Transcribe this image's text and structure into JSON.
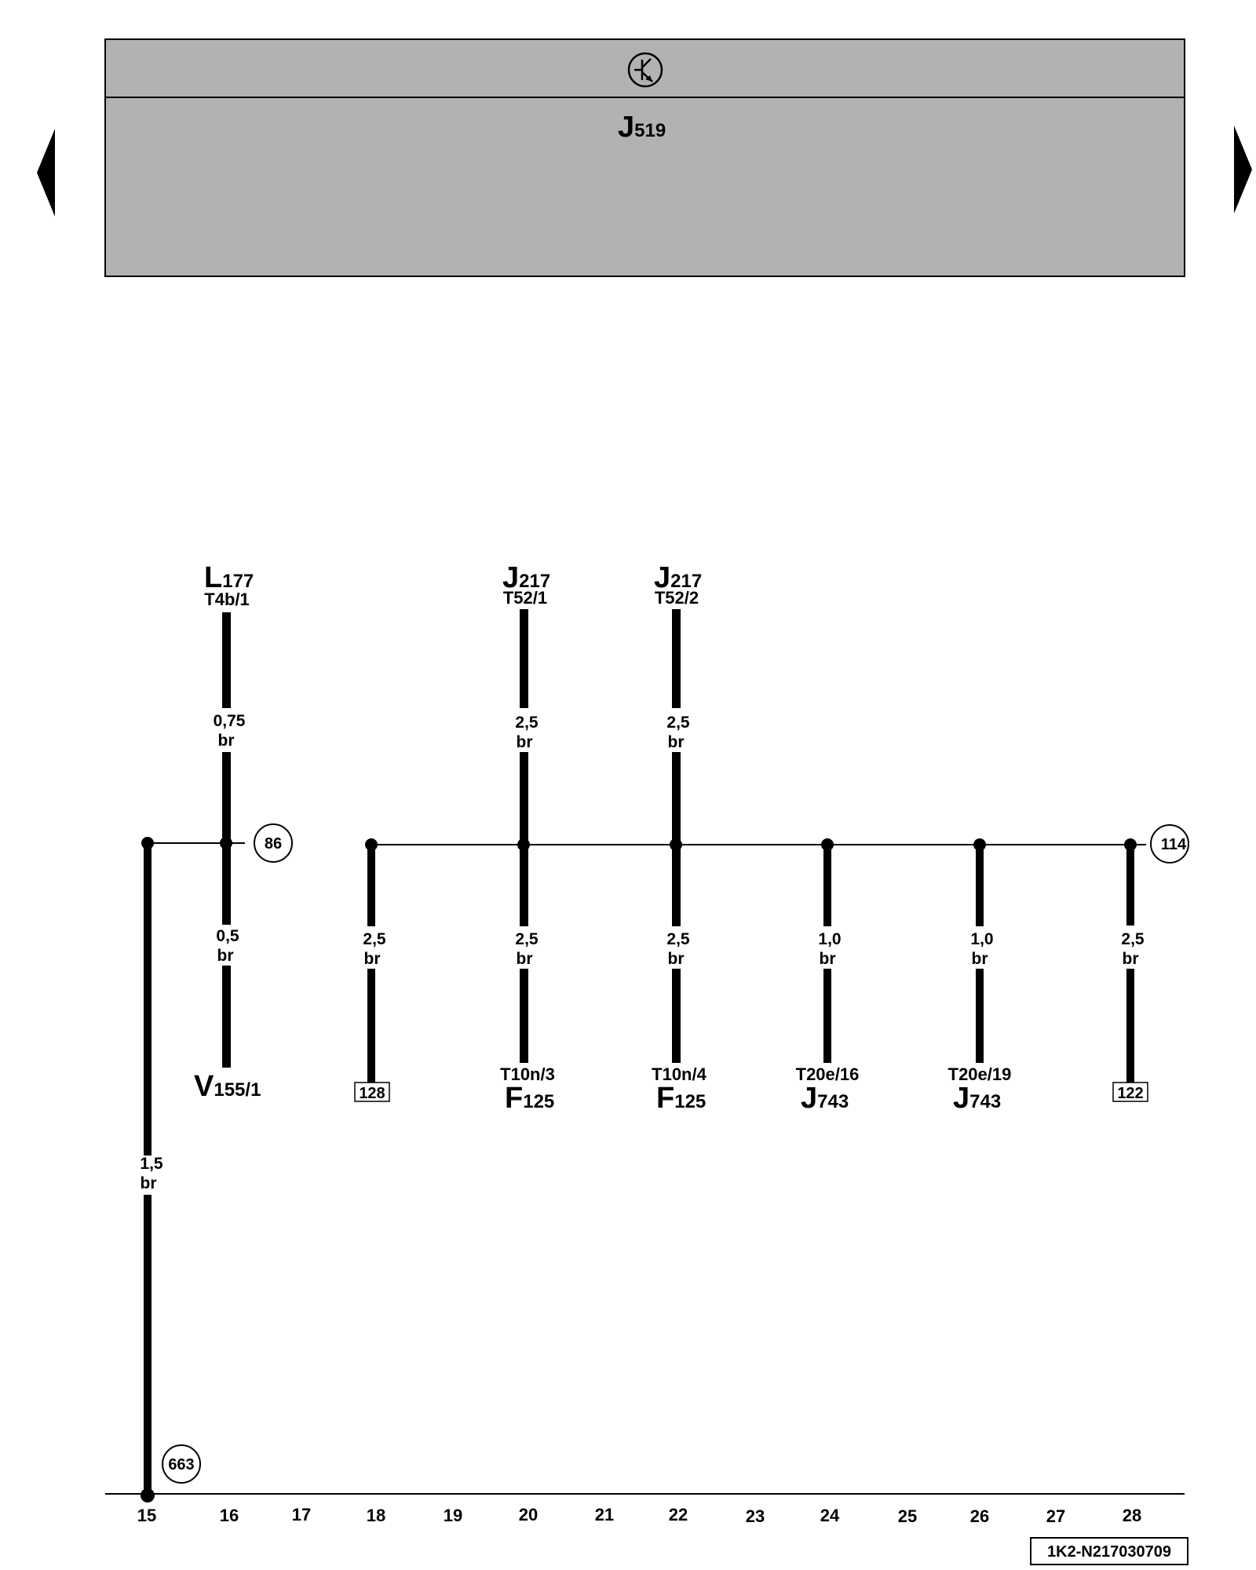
{
  "header": {
    "component": "J",
    "component_sub": "519",
    "symbol_icon": "transistor-icon",
    "fill_color": "#b2b2b2"
  },
  "navigation": {
    "prev_icon": "triangle-left-icon",
    "next_icon": "triangle-right-icon"
  },
  "top_components": [
    {
      "main": "L",
      "sub": "177",
      "pin": "T4b/1"
    },
    {
      "main": "J",
      "sub": "217",
      "pin": "T52/1"
    },
    {
      "main": "J",
      "sub": "217",
      "pin": "T52/2"
    }
  ],
  "upper_wires": [
    {
      "size": "0,75",
      "color": "br"
    },
    {
      "size": "2,5",
      "color": "br"
    },
    {
      "size": "2,5",
      "color": "br"
    }
  ],
  "lower_wires": [
    {
      "size": "0,5",
      "color": "br"
    },
    {
      "size": "2,5",
      "color": "br"
    },
    {
      "size": "2,5",
      "color": "br"
    },
    {
      "size": "2,5",
      "color": "br"
    },
    {
      "size": "1,0",
      "color": "br"
    },
    {
      "size": "1,0",
      "color": "br"
    },
    {
      "size": "2,5",
      "color": "br"
    }
  ],
  "bottom_components": [
    {
      "main": "V",
      "sub": "155/1",
      "pin": ""
    },
    {
      "pin": "T10n/3",
      "main": "F",
      "sub": "125"
    },
    {
      "pin": "T10n/4",
      "main": "F",
      "sub": "125"
    },
    {
      "pin": "T20e/16",
      "main": "J",
      "sub": "743"
    },
    {
      "pin": "T20e/19",
      "main": "J",
      "sub": "743"
    }
  ],
  "boxed_refs": [
    "128",
    "122"
  ],
  "circle_refs": [
    "86",
    "114",
    "663"
  ],
  "vertical_wire": {
    "size": "1,5",
    "color": "br"
  },
  "column_numbers": [
    "15",
    "16",
    "17",
    "18",
    "19",
    "20",
    "21",
    "22",
    "23",
    "24",
    "25",
    "26",
    "27",
    "28"
  ],
  "document_id": "1K2-N217030709"
}
